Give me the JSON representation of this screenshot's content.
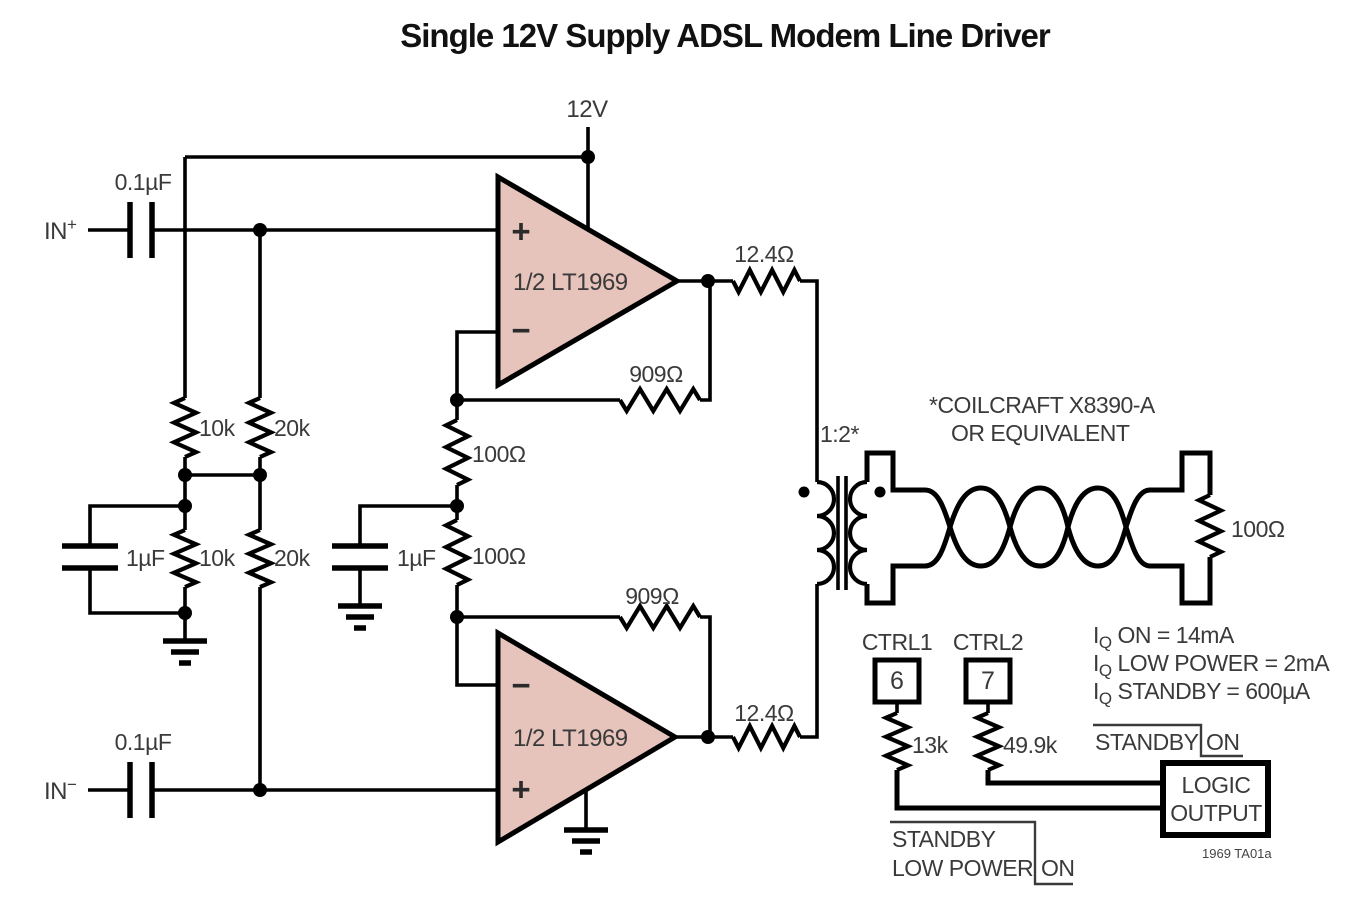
{
  "title": "Single 12V Supply ADSL Modem Line Driver",
  "colors": {
    "opamp_fill": "#e6c4bc",
    "wire": "#000000",
    "label_text": "#3a3a3a"
  },
  "supply": {
    "label": "12V"
  },
  "inputs": {
    "in_pos_base": "IN",
    "in_pos_sign": "+",
    "in_neg_base": "IN",
    "in_neg_sign": "−",
    "cap_pos": "0.1µF",
    "cap_neg": "0.1µF"
  },
  "bias": {
    "r_top_left": "10k",
    "r_top_right": "20k",
    "r_bot_left": "10k",
    "r_bot_right": "20k",
    "cap": "1µF"
  },
  "gain": {
    "r_top": "100Ω",
    "r_bot": "100Ω",
    "cap": "1µF"
  },
  "opamps": {
    "top": {
      "label": "1/2 LT1969",
      "plus": "+",
      "minus": "−"
    },
    "bottom": {
      "label": "1/2 LT1969",
      "plus": "+",
      "minus": "−"
    }
  },
  "feedback": {
    "r_top": "909Ω",
    "r_bot": "909Ω"
  },
  "output": {
    "r_top": "12.4Ω",
    "r_bot": "12.4Ω"
  },
  "transformer": {
    "ratio": "1:2*",
    "note1": "*COILCRAFT X8390-A",
    "note2": "OR EQUIVALENT"
  },
  "load": {
    "r": "100Ω"
  },
  "control": {
    "ctrl1": "CTRL1",
    "ctrl2": "CTRL2",
    "pin6": "6",
    "pin7": "7",
    "r1": "13k",
    "r2": "49.9k"
  },
  "iq": [
    {
      "sym": "I",
      "sub": "Q",
      "rest": " ON = 14mA"
    },
    {
      "sym": "I",
      "sub": "Q",
      "rest": " LOW POWER = 2mA"
    },
    {
      "sym": "I",
      "sub": "Q",
      "rest": " STANDBY = 600µA"
    }
  ],
  "mode_right": {
    "high": "STANDBY",
    "low": "ON"
  },
  "mode_left": {
    "high1": "STANDBY",
    "high2": "LOW POWER",
    "low": "ON"
  },
  "logic_box": {
    "line1": "LOGIC",
    "line2": "OUTPUT"
  },
  "caption": "1969 TA01a"
}
